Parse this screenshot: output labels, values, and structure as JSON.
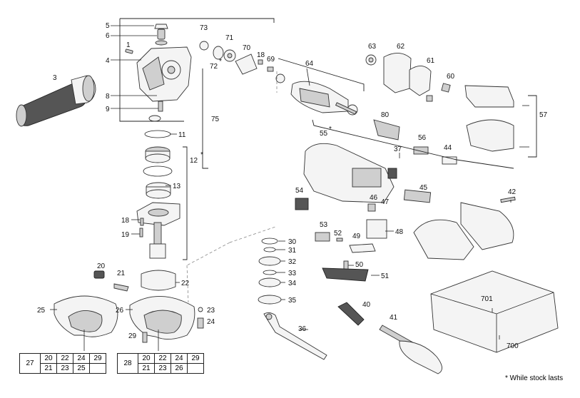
{
  "callouts": {
    "n3": "3",
    "n4": "4",
    "n5": "5",
    "n6": "6",
    "n1": "1",
    "n8": "8",
    "n9": "9",
    "n11": "11",
    "n12": "12",
    "n13": "13",
    "n18a": "18",
    "n19": "19",
    "n20": "20",
    "n21": "21",
    "n22": "22",
    "n23": "23",
    "n24": "24",
    "n25": "25",
    "n26": "26",
    "n29": "29",
    "n30": "30",
    "n31": "31",
    "n32": "32",
    "n33": "33",
    "n34": "34",
    "n35": "35",
    "n36": "36",
    "n37": "37",
    "n40": "40",
    "n41": "41",
    "n42": "42",
    "n44": "44",
    "n45": "45",
    "n46": "46",
    "n47": "47",
    "n48": "48",
    "n49": "49",
    "n50": "50",
    "n51": "51",
    "n52": "52",
    "n53": "53",
    "n54": "54",
    "n55": "55",
    "n56": "56",
    "n57": "57",
    "n60": "60",
    "n61": "61",
    "n62": "62",
    "n63": "63",
    "n64": "64",
    "n69": "69",
    "n70": "70",
    "n71": "71",
    "n72": "72",
    "n73": "73",
    "n75": "75",
    "n80": "80",
    "n18b": "18",
    "n700": "700",
    "n701": "701"
  },
  "asterisk": "*",
  "tables": {
    "t1": {
      "key": "27",
      "row1": [
        "20",
        "22",
        "24",
        "29"
      ],
      "row2": [
        "21",
        "23",
        "25",
        ""
      ]
    },
    "t2": {
      "key": "28",
      "row1": [
        "20",
        "22",
        "24",
        "29"
      ],
      "row2": [
        "21",
        "23",
        "26",
        ""
      ]
    }
  },
  "footnote": "* While stock lasts"
}
